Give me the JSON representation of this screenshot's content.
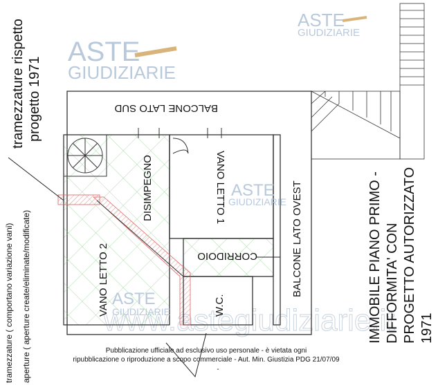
{
  "notes": {
    "top_left_line1": "tramezzature rispetto",
    "top_left_line2": "progetto 1971",
    "legend_line1": "tramezzature ( comportano variazione vani)",
    "legend_line2": "aperture  ( aperture create/eliminate/modificate)"
  },
  "title": {
    "line1": "IMMOBILE PIANO PRIMO -",
    "line2": "DIFFORMITA' CON",
    "line3": "PROGETTO AUTORIZZATO",
    "line4": "1971"
  },
  "rooms": {
    "balcone_sud": "BALCONE LATO SUD",
    "disimpegno": "DISIMPEGNO",
    "vano_letto_1": "VANO LETTO 1",
    "vano_letto_2": "VANO LETTO 2",
    "corridoio": "CORRIDOIO",
    "wc": "W.C.",
    "balcone_ovest": "BALCONE LATO OVEST"
  },
  "watermark": {
    "aste": "ASTE",
    "giudiziarie": "GIUDIZIARIE",
    "site": "www.astegiudiziarie.it"
  },
  "disclaimer": {
    "line1": "Pubblicazione ufficiale ad esclusivo uso personale - è vietata ogni",
    "line2": "ripubblicazione o riproduzione a scopo commerciale - Aut. Min. Giustizia PDG 21/07/09",
    "line3": "-"
  },
  "colors": {
    "hatch_red": "#e06060",
    "hatch_green": "#8fd08f",
    "watermark": "#b9c9dc"
  }
}
